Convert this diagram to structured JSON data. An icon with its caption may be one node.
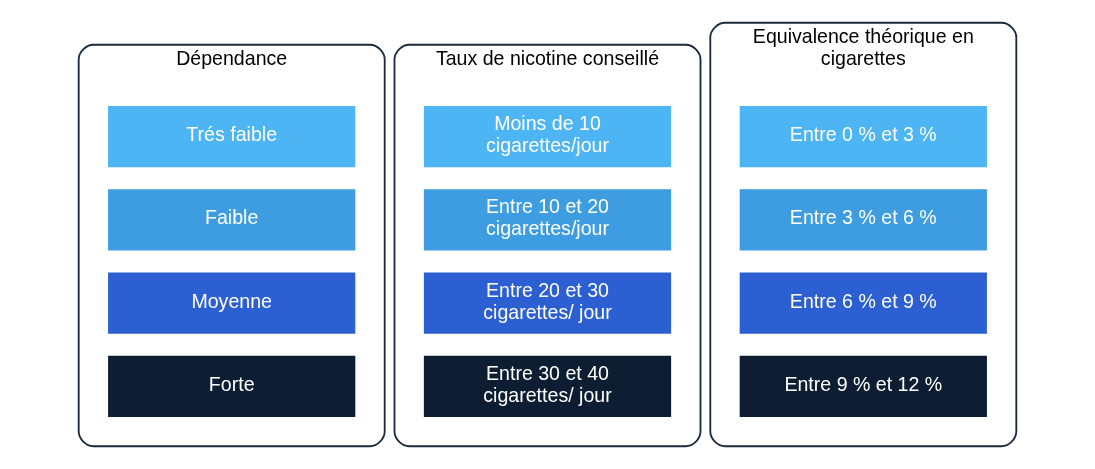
{
  "diagram": {
    "nodes": [
      {
        "text": [
          "Dépendance"
        ]
      },
      {
        "text": [
          "Trés faible"
        ],
        "in": 0
      },
      {
        "text": [
          "Faible"
        ],
        "in": 0
      },
      {
        "text": [
          "Moyenne"
        ],
        "in": 0
      },
      {
        "text": [
          "Forte"
        ],
        "in": 0
      },
      {
        "text": [
          "Taux de nicotine conseillé"
        ]
      },
      {
        "text": [
          "Moins de 10 cigarettes/jour"
        ],
        "in": 5
      },
      {
        "text": [
          "Entre 10 et 20 cigarettes/jour"
        ],
        "in": 5
      },
      {
        "text": [
          "Entre 20 et 30 cigarettes/ jour"
        ],
        "in": 5
      },
      {
        "text": [
          "Entre 30 et 40 cigarettes/ jour"
        ],
        "in": 5
      },
      {
        "text": [
          "Equivalence théorique en cigarettes"
        ]
      },
      {
        "text": [
          "Entre 0 % et 3 %"
        ],
        "in": 10
      },
      {
        "text": [
          "Entre 3 % et 6 %"
        ],
        "in": 10
      },
      {
        "text": [
          "Entre 6 % et 9 %"
        ],
        "in": 10
      },
      {
        "text": [
          "Entre 9 % et 12 %"
        ],
        "in": 10
      }
    ],
    "edges": []
  }
}
